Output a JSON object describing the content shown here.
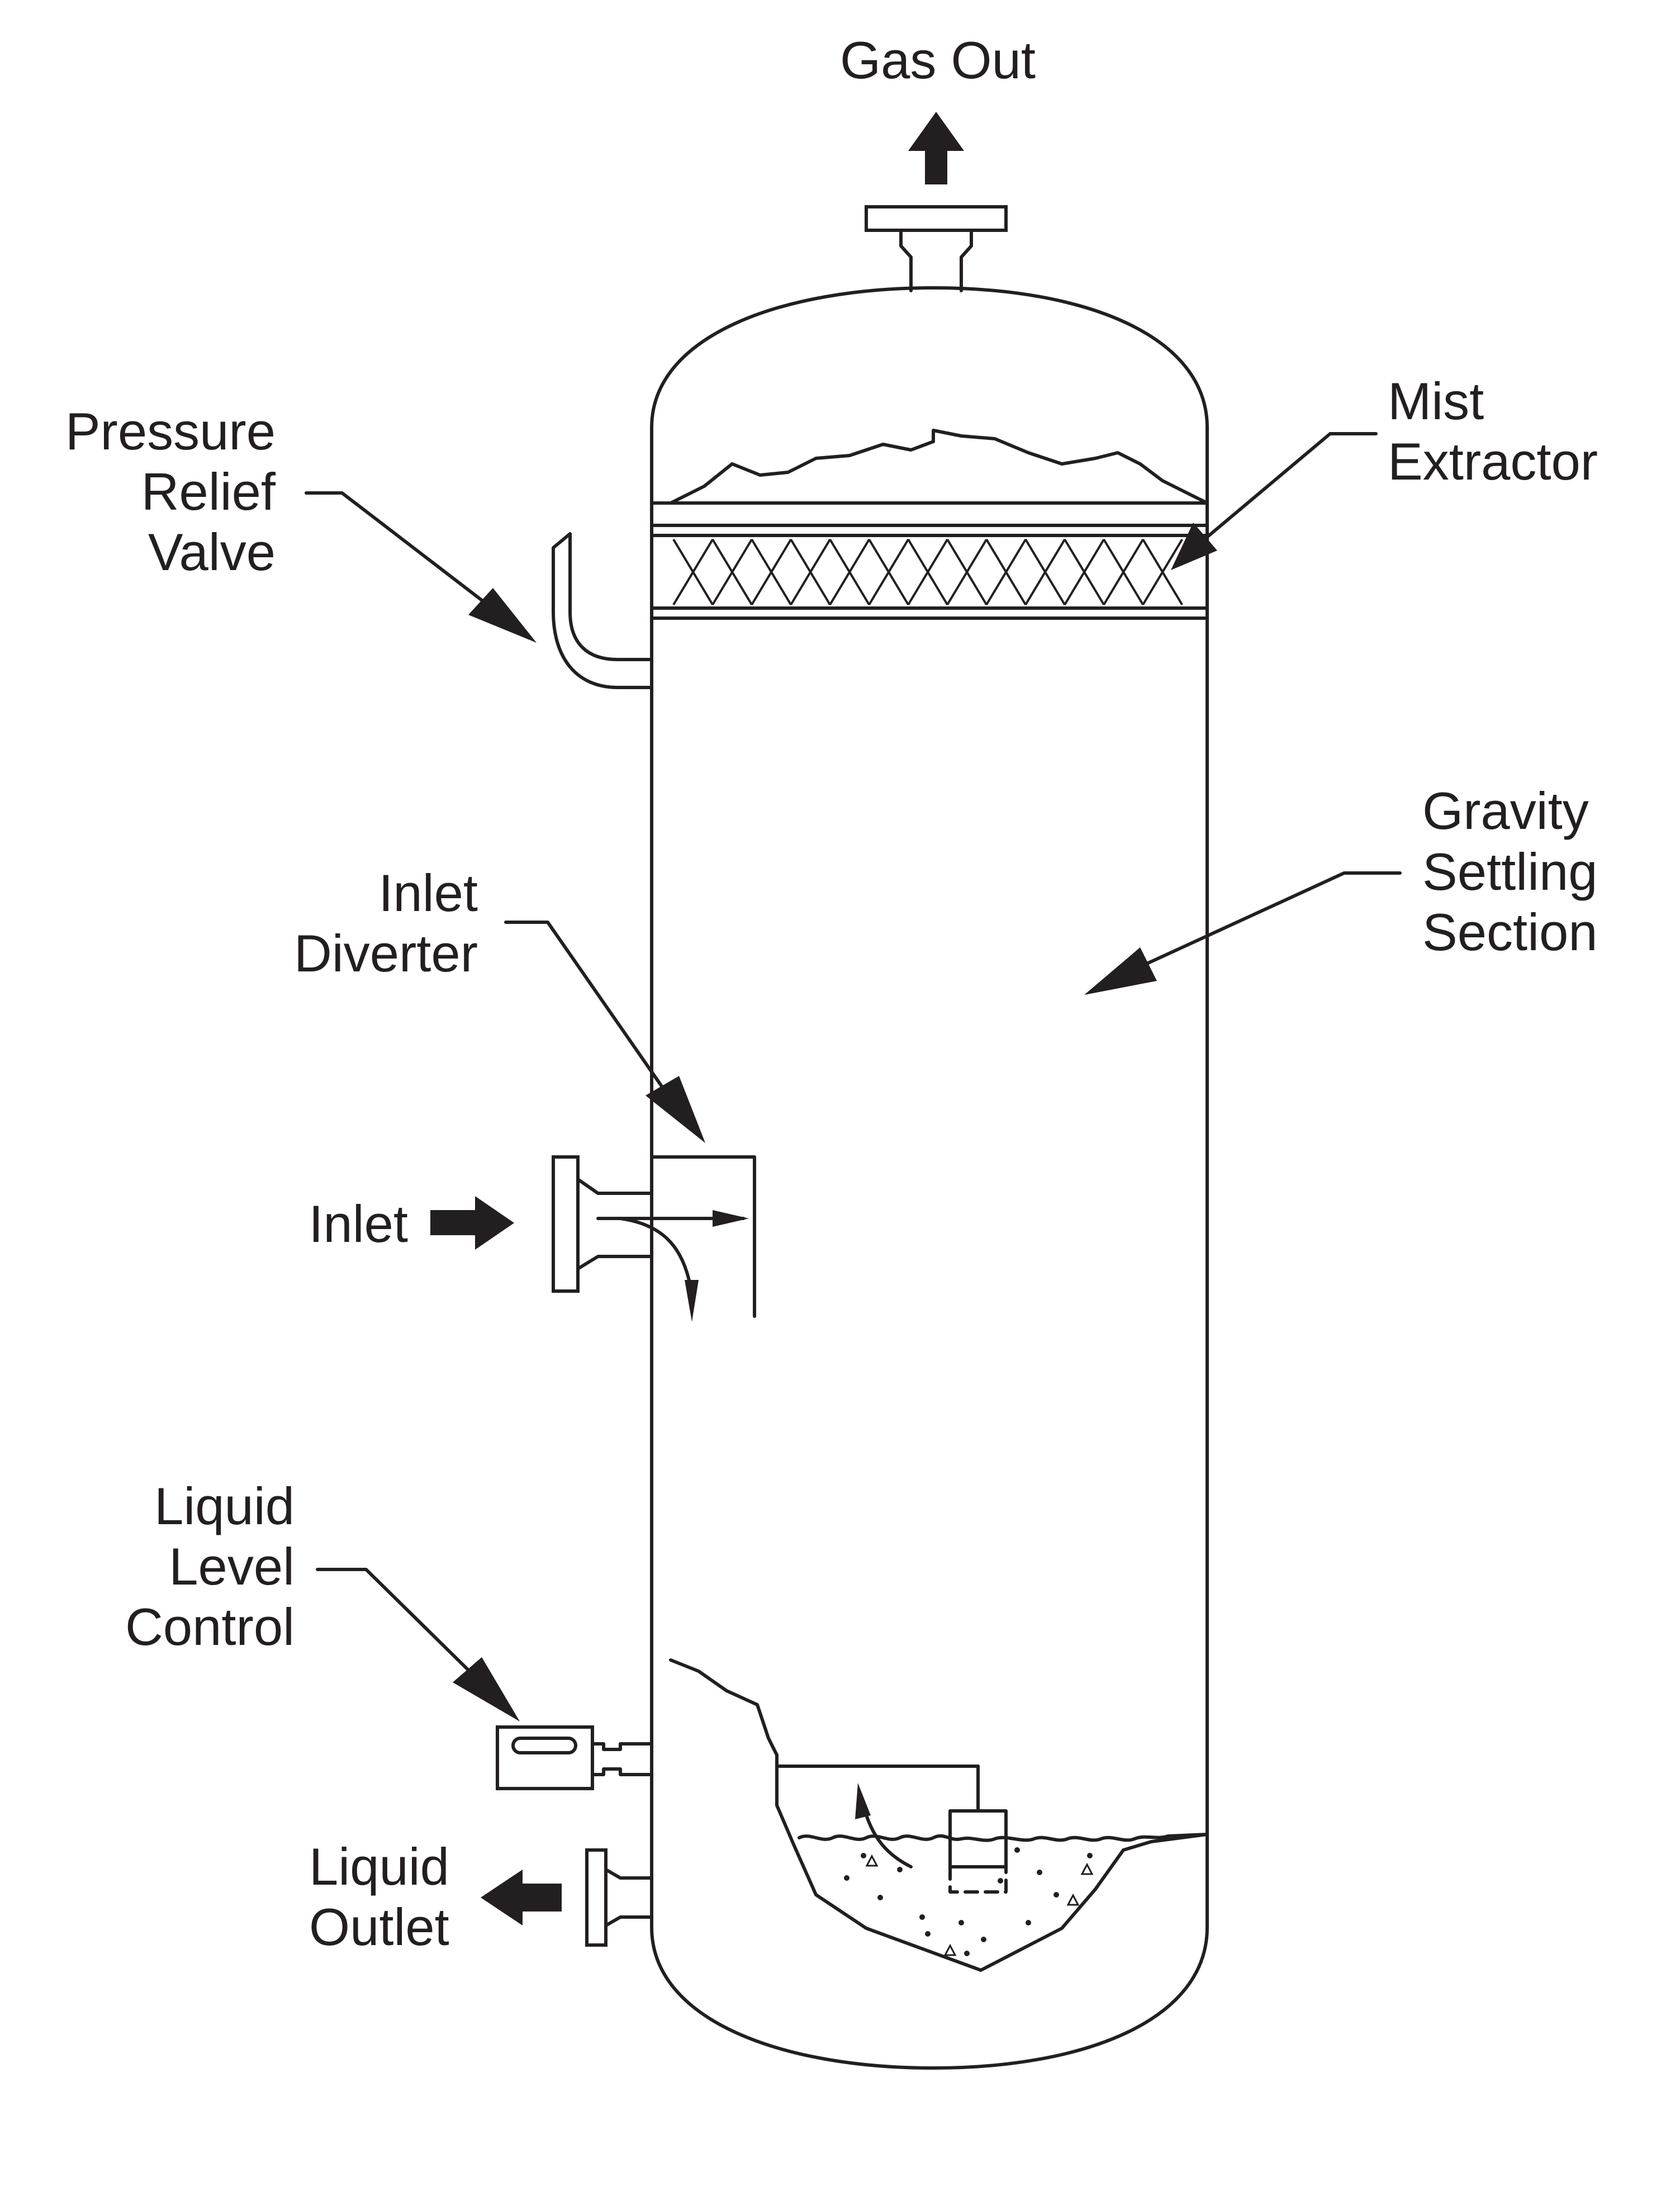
{
  "labels": {
    "gas_out": "Gas Out",
    "mist_extractor": [
      "Mist",
      "Extractor"
    ],
    "pressure_relief_valve": [
      "Pressure",
      "Relief",
      "Valve"
    ],
    "gravity_settling_section": [
      "Gravity",
      "Settling",
      "Section"
    ],
    "inlet_diverter": [
      "Inlet",
      "Diverter"
    ],
    "inlet": "Inlet",
    "liquid_level_control": [
      "Liquid",
      "Level",
      "Control"
    ],
    "liquid_outlet": [
      "Liquid",
      "Outlet"
    ]
  }
}
